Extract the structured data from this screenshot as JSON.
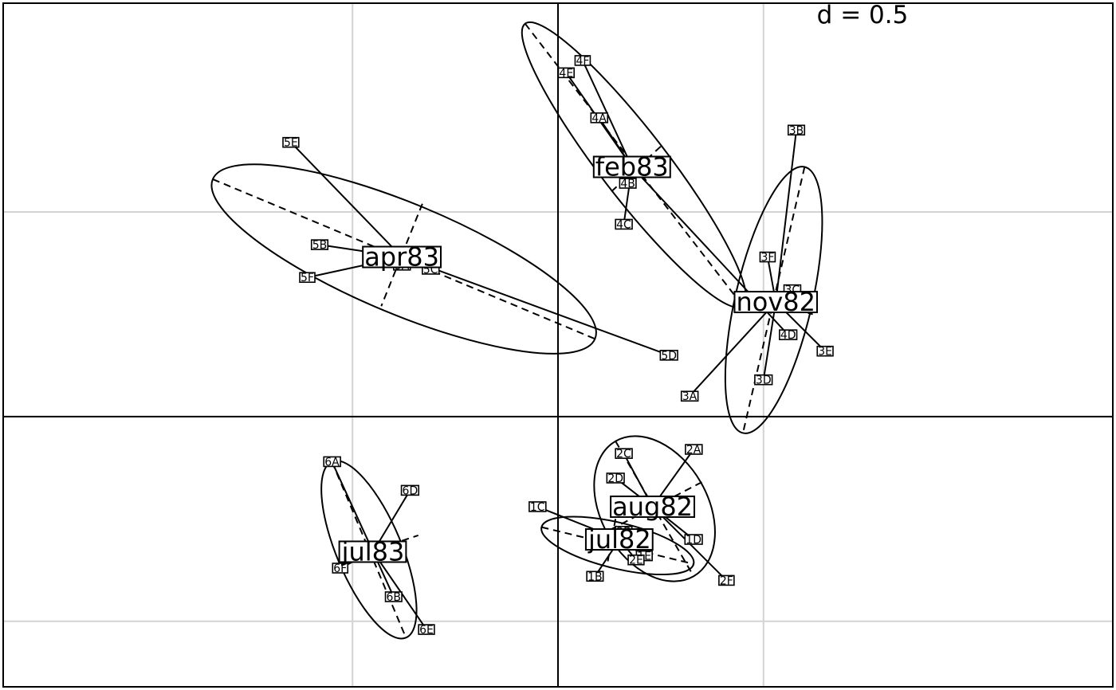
{
  "chart_data": {
    "type": "scatter",
    "grid_label": "d = 0.5",
    "grid": true,
    "xlim": [
      -1.35,
      1.35
    ],
    "ylim": [
      -0.66,
      1.01
    ],
    "gridlines": {
      "x": [
        -0.5,
        0.5
      ],
      "y": [
        0.5,
        -0.5
      ]
    },
    "groups": [
      {
        "name": "feb83",
        "center": [
          0.18,
          0.61
        ],
        "ellipse": {
          "major": [
            [
              -0.08,
              0.96
            ],
            [
              0.45,
              0.27
            ]
          ],
          "minor": [
            [
              0.25,
              0.66
            ],
            [
              0.13,
              0.55
            ]
          ]
        },
        "points": [
          {
            "label": "4F",
            "x": 0.06,
            "y": 0.87
          },
          {
            "label": "4E",
            "x": 0.02,
            "y": 0.84
          },
          {
            "label": "4A",
            "x": 0.1,
            "y": 0.73
          },
          {
            "label": "4B",
            "x": 0.17,
            "y": 0.57
          },
          {
            "label": "4C",
            "x": 0.16,
            "y": 0.47
          },
          {
            "label": "4D",
            "x": 0.56,
            "y": 0.2
          }
        ]
      },
      {
        "name": "nov82",
        "center": [
          0.53,
          0.28
        ],
        "ellipse": {
          "major": [
            [
              0.6,
              0.61
            ],
            [
              0.45,
              -0.04
            ]
          ],
          "minor": [
            [
              0.44,
              0.3
            ],
            [
              0.62,
              0.25
            ]
          ]
        },
        "points": [
          {
            "label": "3B",
            "x": 0.58,
            "y": 0.7
          },
          {
            "label": "3F",
            "x": 0.51,
            "y": 0.39
          },
          {
            "label": "3C",
            "x": 0.57,
            "y": 0.31
          },
          {
            "label": "3E",
            "x": 0.65,
            "y": 0.16
          },
          {
            "label": "3D",
            "x": 0.5,
            "y": 0.09
          },
          {
            "label": "3A",
            "x": 0.32,
            "y": 0.05
          }
        ]
      },
      {
        "name": "apr83",
        "center": [
          -0.38,
          0.39
        ],
        "ellipse": {
          "major": [
            [
              -0.84,
              0.58
            ],
            [
              0.09,
              0.19
            ]
          ],
          "minor": [
            [
              -0.33,
              0.52
            ],
            [
              -0.43,
              0.27
            ]
          ]
        },
        "points": [
          {
            "label": "5E",
            "x": -0.65,
            "y": 0.67
          },
          {
            "label": "5B",
            "x": -0.58,
            "y": 0.42
          },
          {
            "label": "5F",
            "x": -0.61,
            "y": 0.34
          },
          {
            "label": "5A",
            "x": -0.38,
            "y": 0.37
          },
          {
            "label": "5C",
            "x": -0.31,
            "y": 0.36
          },
          {
            "label": "5D",
            "x": 0.27,
            "y": 0.15
          }
        ]
      },
      {
        "name": "aug82",
        "center": [
          0.23,
          -0.22
        ],
        "ellipse": {
          "major": [
            [
              0.14,
              -0.06
            ],
            [
              0.33,
              -0.39
            ]
          ],
          "minor": [
            [
              0.35,
              -0.16
            ],
            [
              0.12,
              -0.28
            ]
          ]
        },
        "points": [
          {
            "label": "2A",
            "x": 0.33,
            "y": -0.08
          },
          {
            "label": "2C",
            "x": 0.16,
            "y": -0.09
          },
          {
            "label": "2D",
            "x": 0.14,
            "y": -0.15
          },
          {
            "label": "1D",
            "x": 0.33,
            "y": -0.3
          },
          {
            "label": "2F",
            "x": 0.41,
            "y": -0.4
          }
        ]
      },
      {
        "name": "jul82",
        "center": [
          0.15,
          -0.3
        ],
        "ellipse": {
          "major": [
            [
              -0.04,
              -0.27
            ],
            [
              0.33,
              -0.36
            ]
          ],
          "minor": [
            [
              0.14,
              -0.25
            ],
            [
              0.12,
              -0.36
            ]
          ]
        },
        "points": [
          {
            "label": "1C",
            "x": -0.05,
            "y": -0.22
          },
          {
            "label": "2B",
            "x": 0.16,
            "y": -0.28
          },
          {
            "label": "1E",
            "x": 0.21,
            "y": -0.34
          },
          {
            "label": "2E",
            "x": 0.19,
            "y": -0.35
          },
          {
            "label": "1B",
            "x": 0.09,
            "y": -0.39
          }
        ]
      },
      {
        "name": "jul83",
        "center": [
          -0.45,
          -0.33
        ],
        "ellipse": {
          "major": [
            [
              -0.55,
              -0.11
            ],
            [
              -0.37,
              -0.54
            ]
          ],
          "minor": [
            [
              -0.49,
              -0.34
            ],
            [
              -0.34,
              -0.29
            ]
          ]
        },
        "points": [
          {
            "label": "6A",
            "x": -0.55,
            "y": -0.11
          },
          {
            "label": "6D",
            "x": -0.36,
            "y": -0.18
          },
          {
            "label": "6F",
            "x": -0.53,
            "y": -0.37
          },
          {
            "label": "6B",
            "x": -0.4,
            "y": -0.44
          },
          {
            "label": "6E",
            "x": -0.32,
            "y": -0.52
          }
        ]
      }
    ]
  }
}
